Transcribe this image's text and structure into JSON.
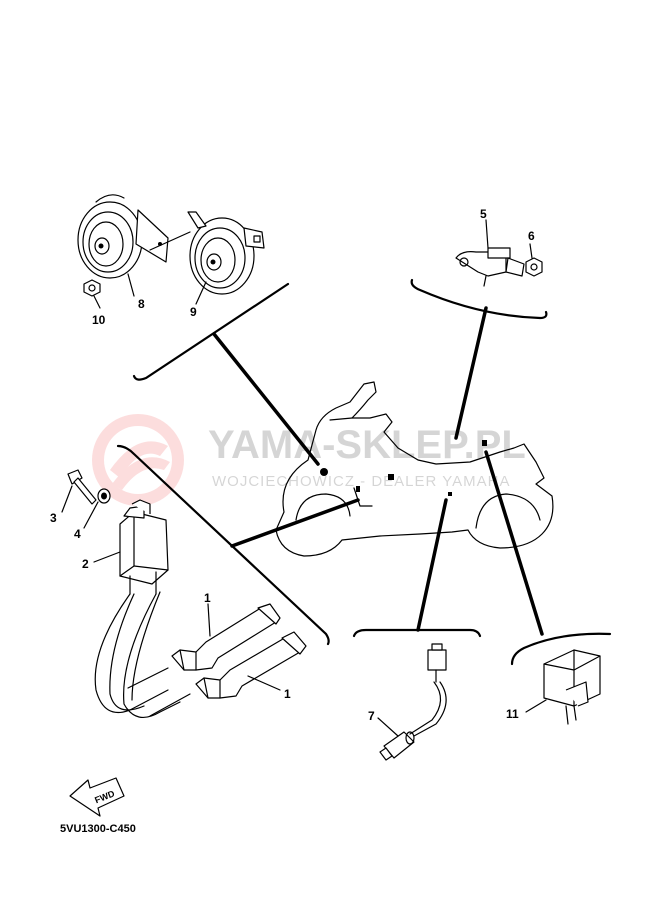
{
  "diagram_code": "5VU1300-C450",
  "watermark": {
    "title": "YAMA-SKLEP.PL",
    "subtitle": "WOJCIECHOWICZ - DEALER YAMAHA"
  },
  "forward_arrow": {
    "label": "FWD"
  },
  "callouts": {
    "c1a": "1",
    "c1b": "1",
    "c2": "2",
    "c3": "3",
    "c4": "4",
    "c5": "5",
    "c6": "6",
    "c7": "7",
    "c8": "8",
    "c9": "9",
    "c10": "10",
    "c11": "11"
  },
  "colors": {
    "line": "#000000",
    "watermark": "#e0e0e0",
    "watermark_logo": "#f5c2c2"
  }
}
